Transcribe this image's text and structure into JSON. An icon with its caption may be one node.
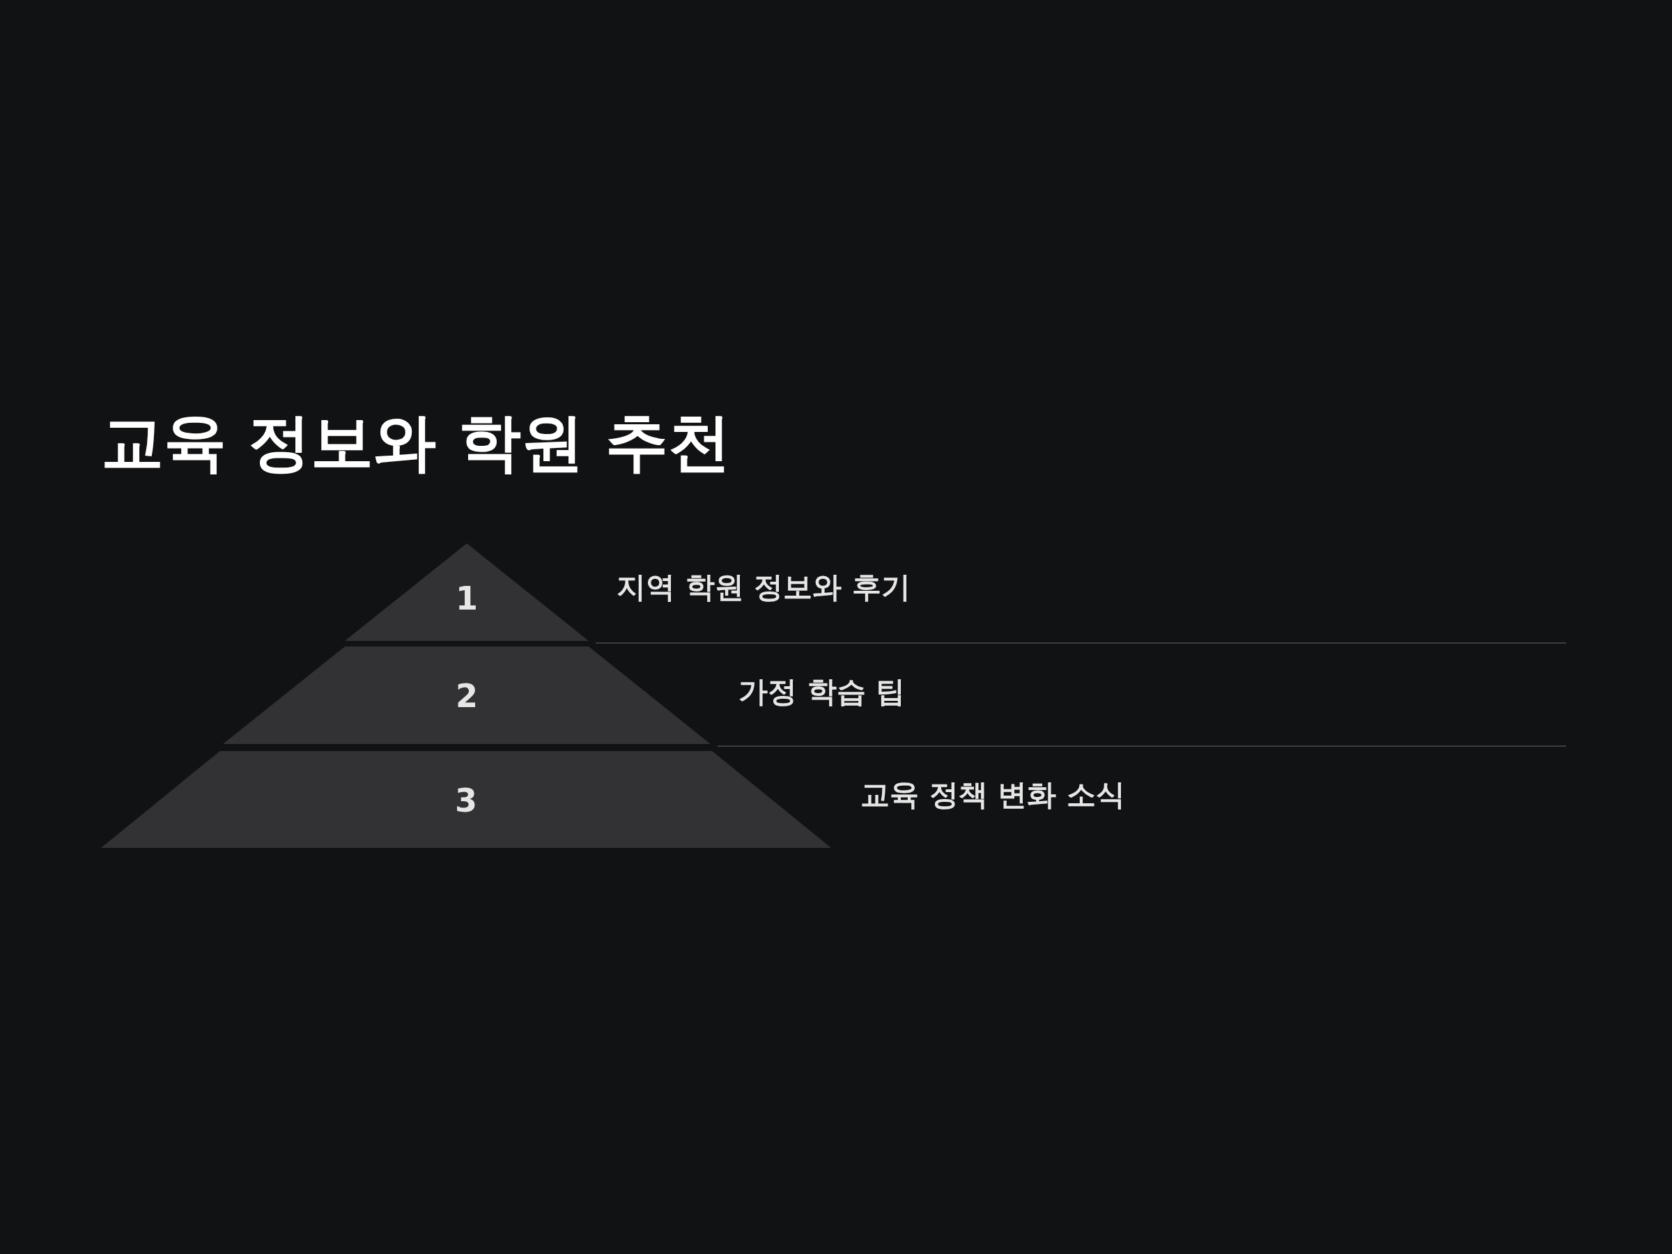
{
  "diagram": {
    "title": "교육 정보와 학원 추천",
    "nodes": [
      {
        "text": [
          "1"
        ],
        "beside": [
          "지역 학원 정보와 후기"
        ]
      },
      {
        "text": [
          "2"
        ],
        "beside": [
          "가정 학습 팁"
        ]
      },
      {
        "text": [
          "3"
        ],
        "beside": [
          "교육 정책 변화 소식"
        ]
      }
    ],
    "edges": []
  }
}
